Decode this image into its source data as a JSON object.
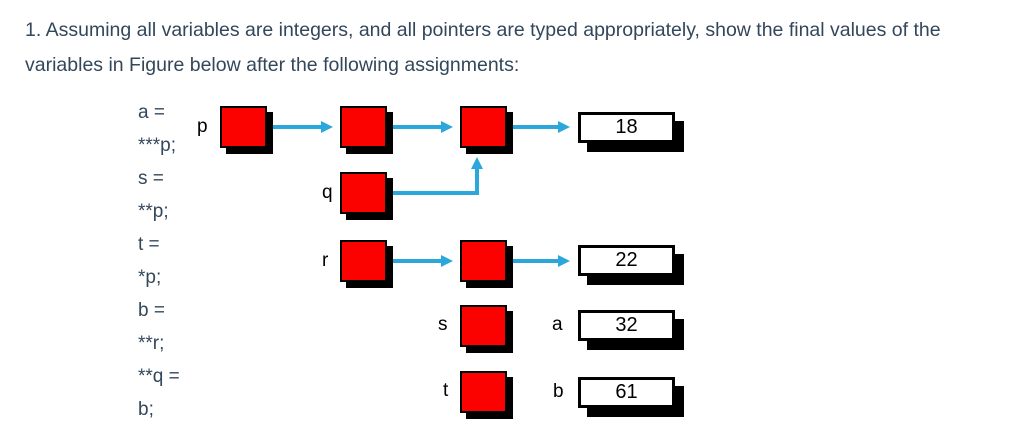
{
  "question": {
    "lines": [
      "1. Assuming all variables are integers, and all pointers are typed appropriately, show the final values of the",
      "variables in Figure below after the following assignments:"
    ]
  },
  "code": {
    "lines": [
      "a =",
      "***p;",
      "s =",
      "**p;",
      "t =",
      "*p;",
      "b =",
      "**r;",
      "**q =",
      "b;"
    ]
  },
  "diagram": {
    "pointer_labels": {
      "p": "p",
      "q": "q",
      "r": "r",
      "s": "s",
      "t": "t"
    },
    "variable_labels": {
      "a": "a",
      "b": "b"
    },
    "values": {
      "box18": "18",
      "box22": "22",
      "box32": "32",
      "box61": "61"
    },
    "colors": {
      "pointer_box_fill": "#fb0200",
      "arrow": "#2ba7dc",
      "shadow": "#000000",
      "value_box_fill": "#ffffff",
      "text": "#33475b"
    }
  }
}
